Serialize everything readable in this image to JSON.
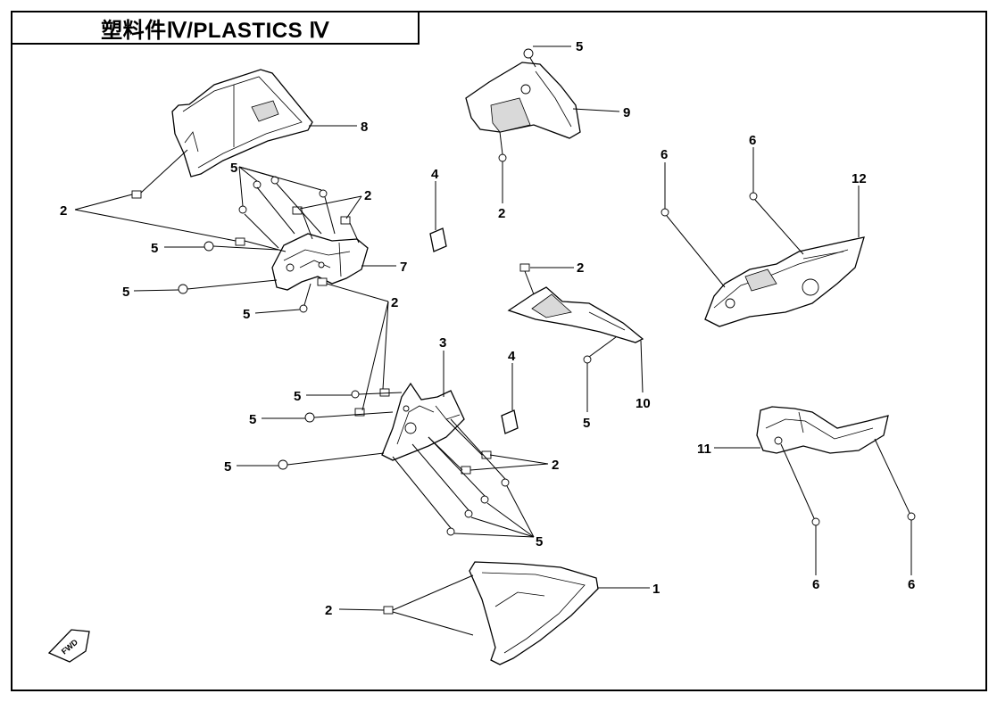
{
  "title": "塑料件Ⅳ/PLASTICS Ⅳ",
  "colors": {
    "line": "#000000",
    "background": "#ffffff",
    "shade": "#d9d9d9"
  },
  "icons": {
    "direction_marker": "fwd-arrow-icon"
  },
  "labels": {
    "l1": "1",
    "l2a": "2",
    "l2b": "2",
    "l2c": "2",
    "l2d": "2",
    "l2e": "2",
    "l2f": "2",
    "l2g": "2",
    "l3": "3",
    "l4a": "4",
    "l4b": "4",
    "l5a": "5",
    "l5b": "5",
    "l5c": "5",
    "l5d": "5",
    "l5e": "5",
    "l5f": "5",
    "l5g": "5",
    "l5h": "5",
    "l5i": "5",
    "l5j": "5",
    "l6a": "6",
    "l6b": "6",
    "l6c": "6",
    "l6d": "6",
    "l7": "7",
    "l8": "8",
    "l9": "9",
    "l10": "10",
    "l11": "11",
    "l12": "12"
  }
}
